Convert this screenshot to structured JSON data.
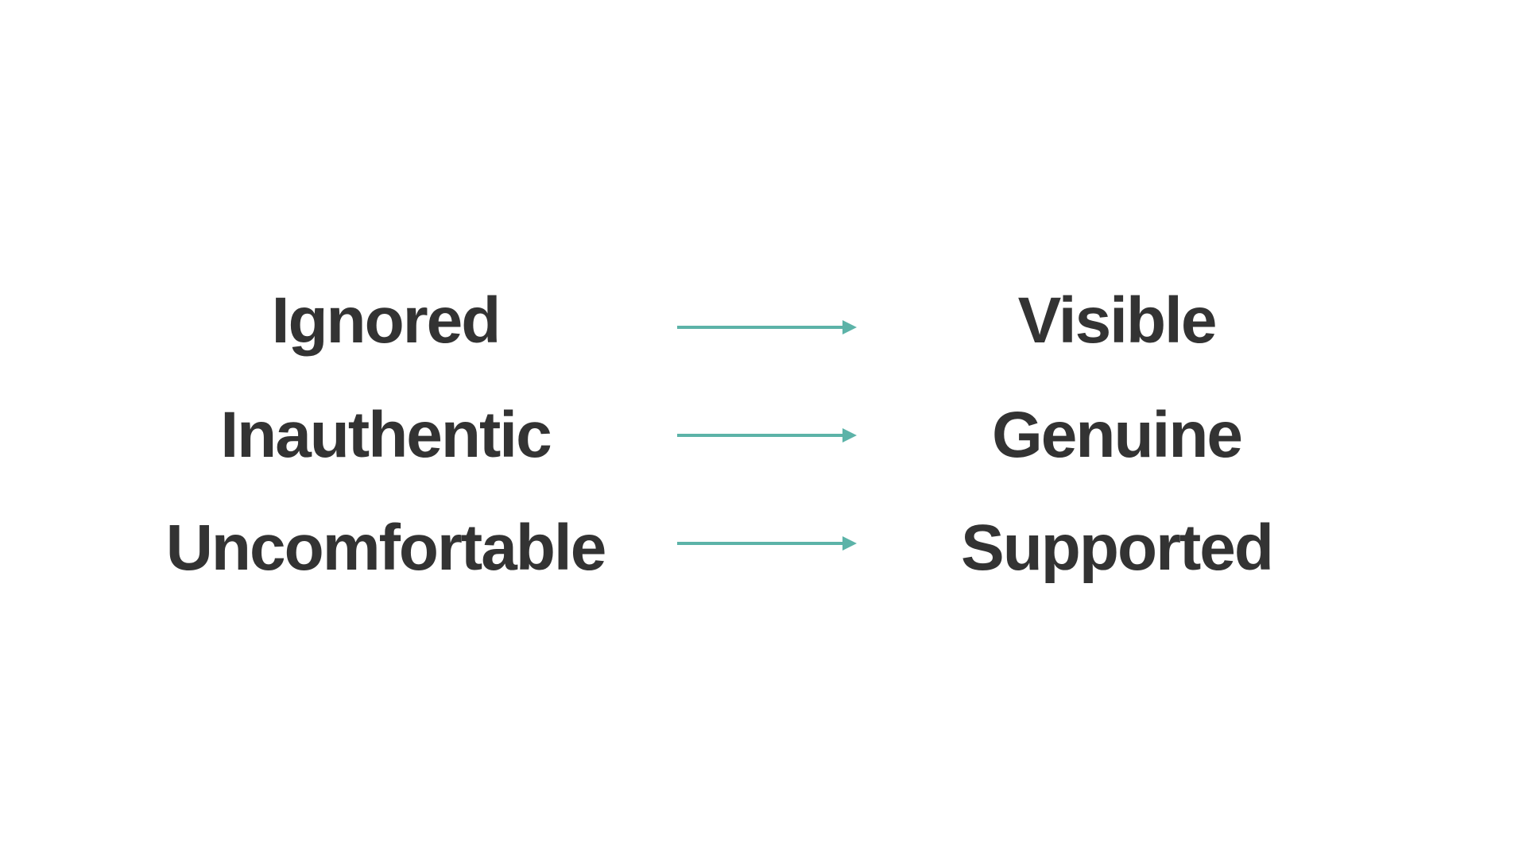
{
  "rows": [
    {
      "from": "Ignored",
      "to": "Visible"
    },
    {
      "from": "Inauthentic",
      "to": "Genuine"
    },
    {
      "from": "Uncomfortable",
      "to": "Supported"
    }
  ],
  "colors": {
    "text": "#333333",
    "arrow": "#5cb3a8",
    "background": "#ffffff"
  },
  "icons": {
    "connector": "right-arrow-icon"
  }
}
